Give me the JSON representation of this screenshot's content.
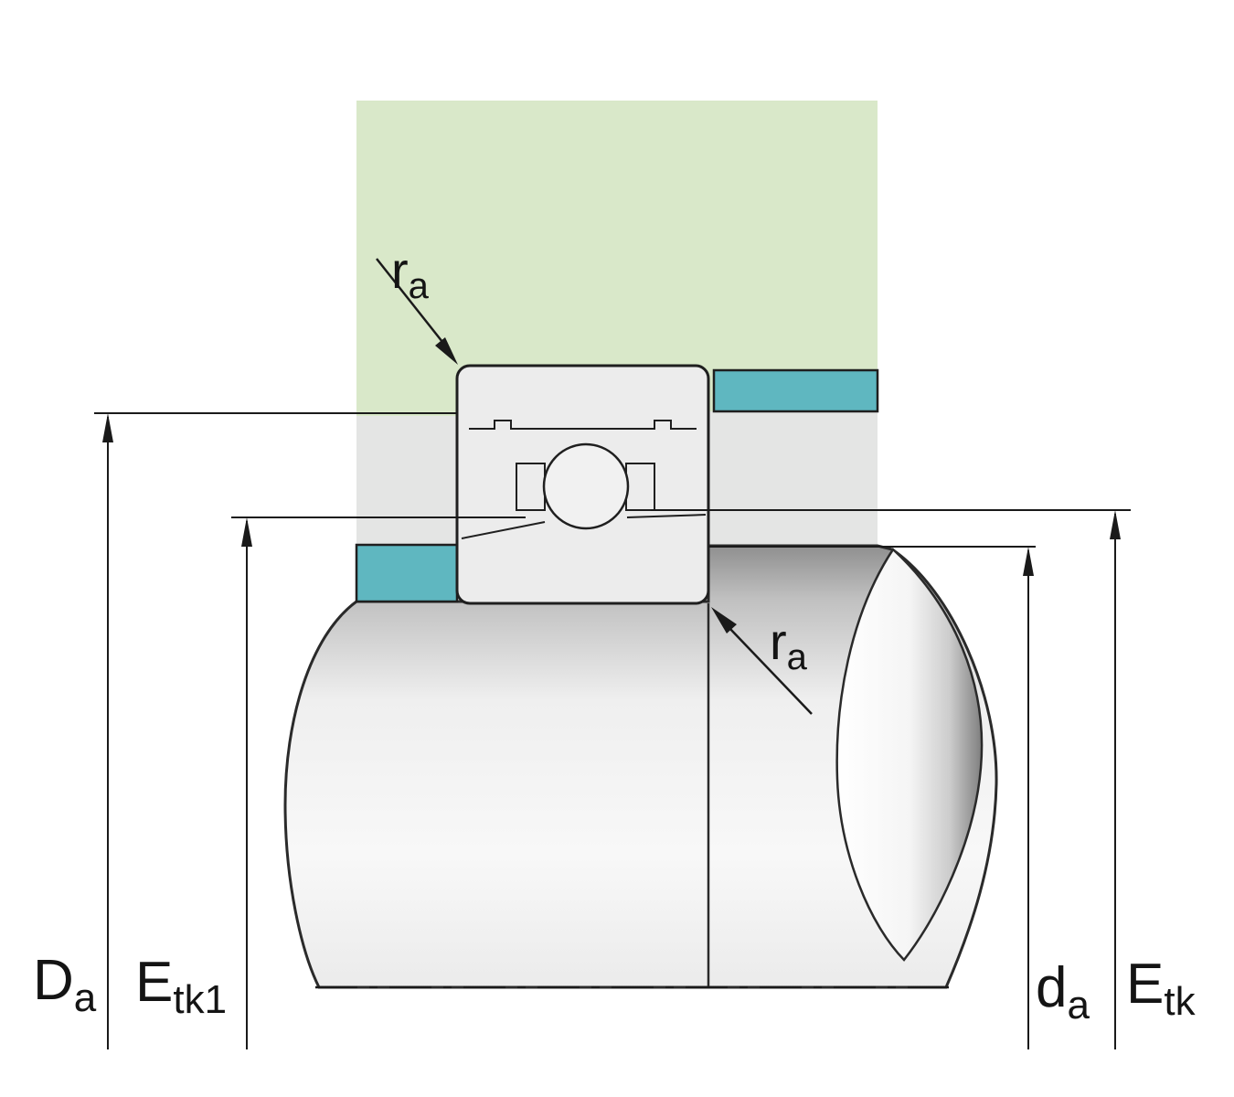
{
  "diagram": {
    "type": "technical-drawing",
    "subject": "Bearing mounting cross-section with abutment and shoulder dimensions",
    "labels": {
      "housing_abutment": {
        "main": "D",
        "sub": "a"
      },
      "housing_land": {
        "main": "E",
        "sub": "tk1"
      },
      "shaft_abutment": {
        "main": "d",
        "sub": "a"
      },
      "shaft_land": {
        "main": "E",
        "sub": "tk"
      },
      "fillet_top": {
        "main": "r",
        "sub": "a"
      },
      "fillet_bottom": {
        "main": "r",
        "sub": "a"
      }
    },
    "colors": {
      "housing": "#d9e8c9",
      "spacer": "#5fb7c0",
      "strip_gray": "#e4e5e4",
      "bearing_steel": "#ececec",
      "outline": "#1f1f1f",
      "background": "#ffffff"
    }
  }
}
